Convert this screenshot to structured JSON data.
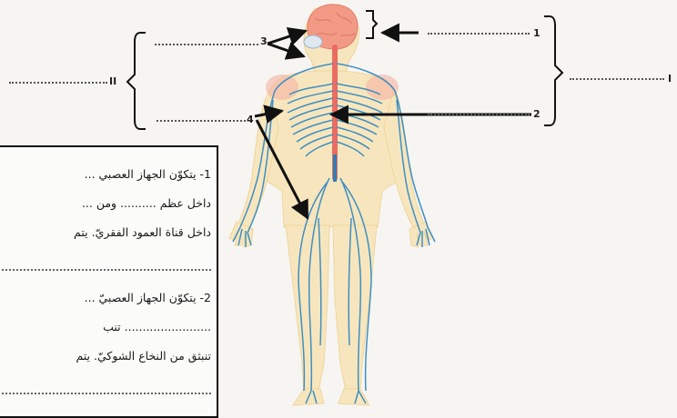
{
  "labels": {
    "label_1": "1",
    "label_2": "2",
    "label_3": "3",
    "label_4": "4",
    "label_I": "I",
    "label_II": "II"
  },
  "questions": {
    "q1_line1": "1- يتكوّن الجهاز العصبي ...",
    "q1_line2": "داخل عظم .......... ومن ...",
    "q1_line3": "داخل قناة العمود الفقريّ. يتم",
    "q2_line1": "2- يتكوّن الجهاز العصبيّ ...",
    "q2_line2": "........................ تنب",
    "q2_line3": "تنبثق من النخاع الشوكيّ. يتم"
  },
  "colors": {
    "nerve": "#3e8fc4",
    "brain": "#f29a86",
    "spine": "#ea6c62",
    "skin": "#f7e3b4"
  }
}
